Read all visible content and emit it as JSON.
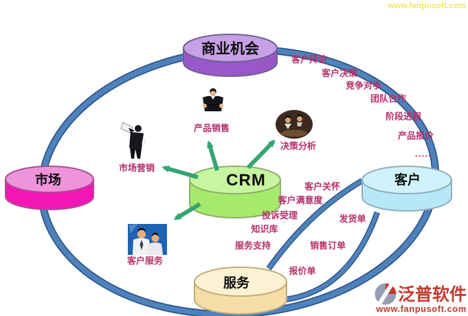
{
  "watermarks": {
    "top_right_url": "www.fanpusoft.com",
    "logo_text": "泛普软件",
    "logo_url": "www.fanpusoft.com"
  },
  "nodes": {
    "center": "CRM",
    "top": "商业机会",
    "left": "市场",
    "right": "客户",
    "bottom": "服务"
  },
  "outer_labels": [
    "客户拜访",
    "客户决策",
    "竞争对手",
    "团队合作",
    "阶段进程",
    "产品报价",
    "....."
  ],
  "crm_activities": [
    "产品销售",
    "决策分析",
    "市场营销",
    "客户服务"
  ],
  "customer_care_labels": [
    "客户关怀",
    "客户满意度",
    "投诉受理",
    "知识库",
    "服务支持"
  ],
  "order_labels": [
    "发货单",
    "销售订单",
    "报价单"
  ],
  "colors": {
    "ring_blue": "#4e82bd",
    "ring_edge": "#2d5587",
    "arrow_green": "#33a571",
    "label_red": "#b5306a",
    "opportunity_purple": "#9957c9",
    "market_magenta": "#f316b4",
    "customer_cyan": "#b7e8f8",
    "service_tan": "#f6dda7",
    "crm_green": "#a6e96b",
    "logo_red": "#c23b2e"
  }
}
